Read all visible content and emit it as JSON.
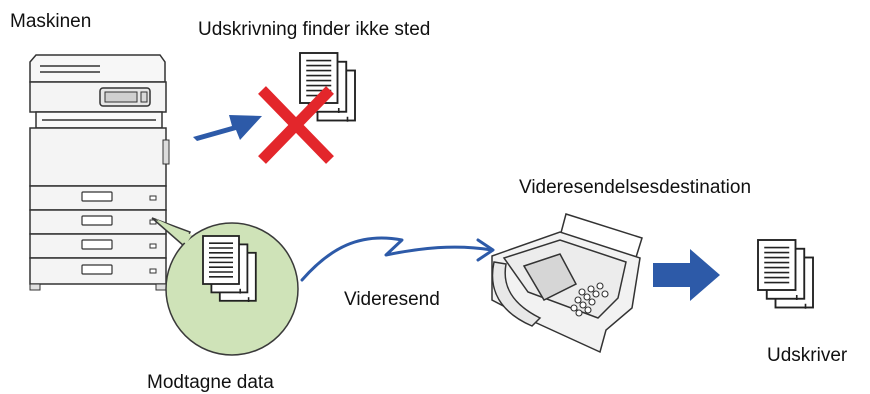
{
  "labels": {
    "machine": "Maskinen",
    "no_print": "Udskrivning finder ikke sted",
    "forward_destination": "Videresendelsesdestination",
    "forward": "Videresend",
    "received_data": "Modtagne data",
    "prints": "Udskriver"
  },
  "colors": {
    "arrow_blue": "#2d5aa8",
    "cross_red": "#e3262b",
    "bubble_green": "#cfe3b8",
    "bubble_outline": "#3a3a3a",
    "device_gray": "#f4f4f4"
  },
  "icons": [
    "printer-icon",
    "document-stack-icon",
    "cross-icon",
    "fax-machine-icon",
    "arrow-right-icon"
  ]
}
